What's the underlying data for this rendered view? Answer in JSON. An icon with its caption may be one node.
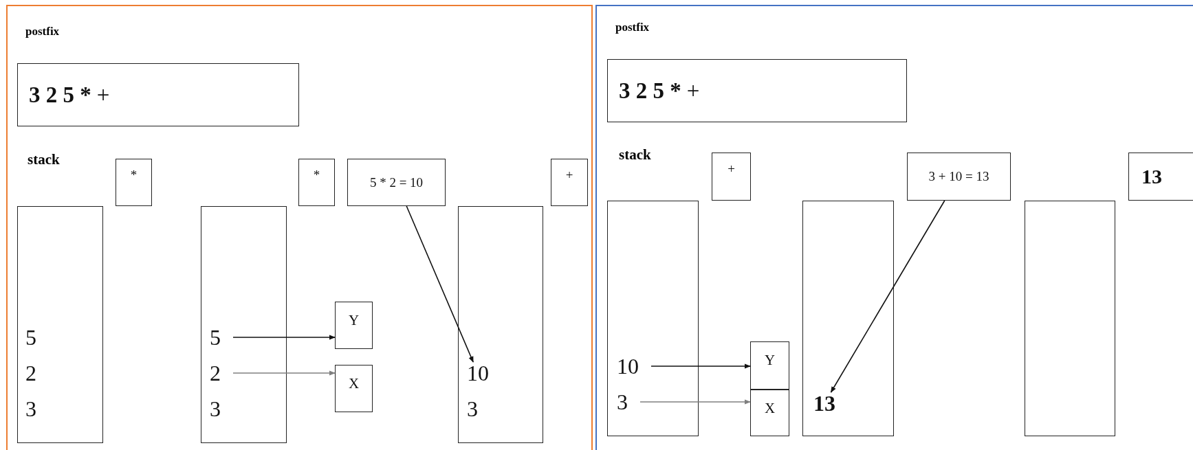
{
  "diagram": {
    "nodes": [
      {
        "text": [
          "postfix",
          "stack"
        ]
      },
      {
        "text": [
          "3 2 5 *",
          "+"
        ],
        "in": 0
      },
      {
        "text": [
          "*"
        ],
        "in": 0
      },
      {
        "text": [],
        "shape": "box",
        "in": 0
      },
      {
        "text": [
          "5"
        ],
        "in": 3
      },
      {
        "text": [
          "2"
        ],
        "in": 3
      },
      {
        "text": [
          "3"
        ],
        "in": 3
      },
      {
        "text": [],
        "shape": "box",
        "in": 0
      },
      {
        "text": [
          "5"
        ],
        "in": 7
      },
      {
        "text": [
          "2"
        ],
        "in": 7
      },
      {
        "text": [
          "3"
        ],
        "in": 7
      },
      {
        "text": [
          "*"
        ],
        "in": 0
      },
      {
        "text": [
          "5 * 2 = 10"
        ],
        "in": 0
      },
      {
        "text": [
          "Y"
        ],
        "in": 0
      },
      {
        "text": [
          "X"
        ],
        "in": 0
      },
      {
        "text": [],
        "shape": "box",
        "in": 0
      },
      {
        "text": [
          "10"
        ],
        "in": 15
      },
      {
        "text": [
          "3"
        ],
        "in": 15
      },
      {
        "text": [
          "+"
        ],
        "in": 0
      },
      {
        "text": [
          "postfix",
          "stack"
        ]
      },
      {
        "text": [
          "3 2 5 *",
          "+"
        ],
        "in": 19
      },
      {
        "text": [
          "+"
        ],
        "in": 19
      },
      {
        "text": [],
        "shape": "box",
        "in": 19
      },
      {
        "text": [
          "10"
        ],
        "in": 22
      },
      {
        "text": [
          "3"
        ],
        "in": 22
      },
      {
        "text": [
          "Y"
        ],
        "in": 19
      },
      {
        "text": [
          "X"
        ],
        "in": 19
      },
      {
        "text": [],
        "shape": "box",
        "in": 19
      },
      {
        "text": [
          "13"
        ],
        "in": 27
      },
      {
        "text": [
          "3 + 10 = 13"
        ],
        "in": 19
      },
      {
        "text": [],
        "shape": "box",
        "in": 19
      },
      {
        "text": [
          "13"
        ],
        "in": 19
      }
    ],
    "edges": [
      {
        "from": 8,
        "to": 13,
        "arrow": "to"
      },
      {
        "from": 9,
        "to": 14,
        "arrow": "to",
        "color": "#7f7f7f"
      },
      {
        "from": 12,
        "to": 16,
        "arrow": "to"
      },
      {
        "from": 23,
        "to": 25,
        "arrow": "to"
      },
      {
        "from": 24,
        "to": 26,
        "arrow": "to",
        "color": "#7f7f7f"
      },
      {
        "from": 29,
        "to": 28,
        "arrow": "to"
      }
    ]
  }
}
